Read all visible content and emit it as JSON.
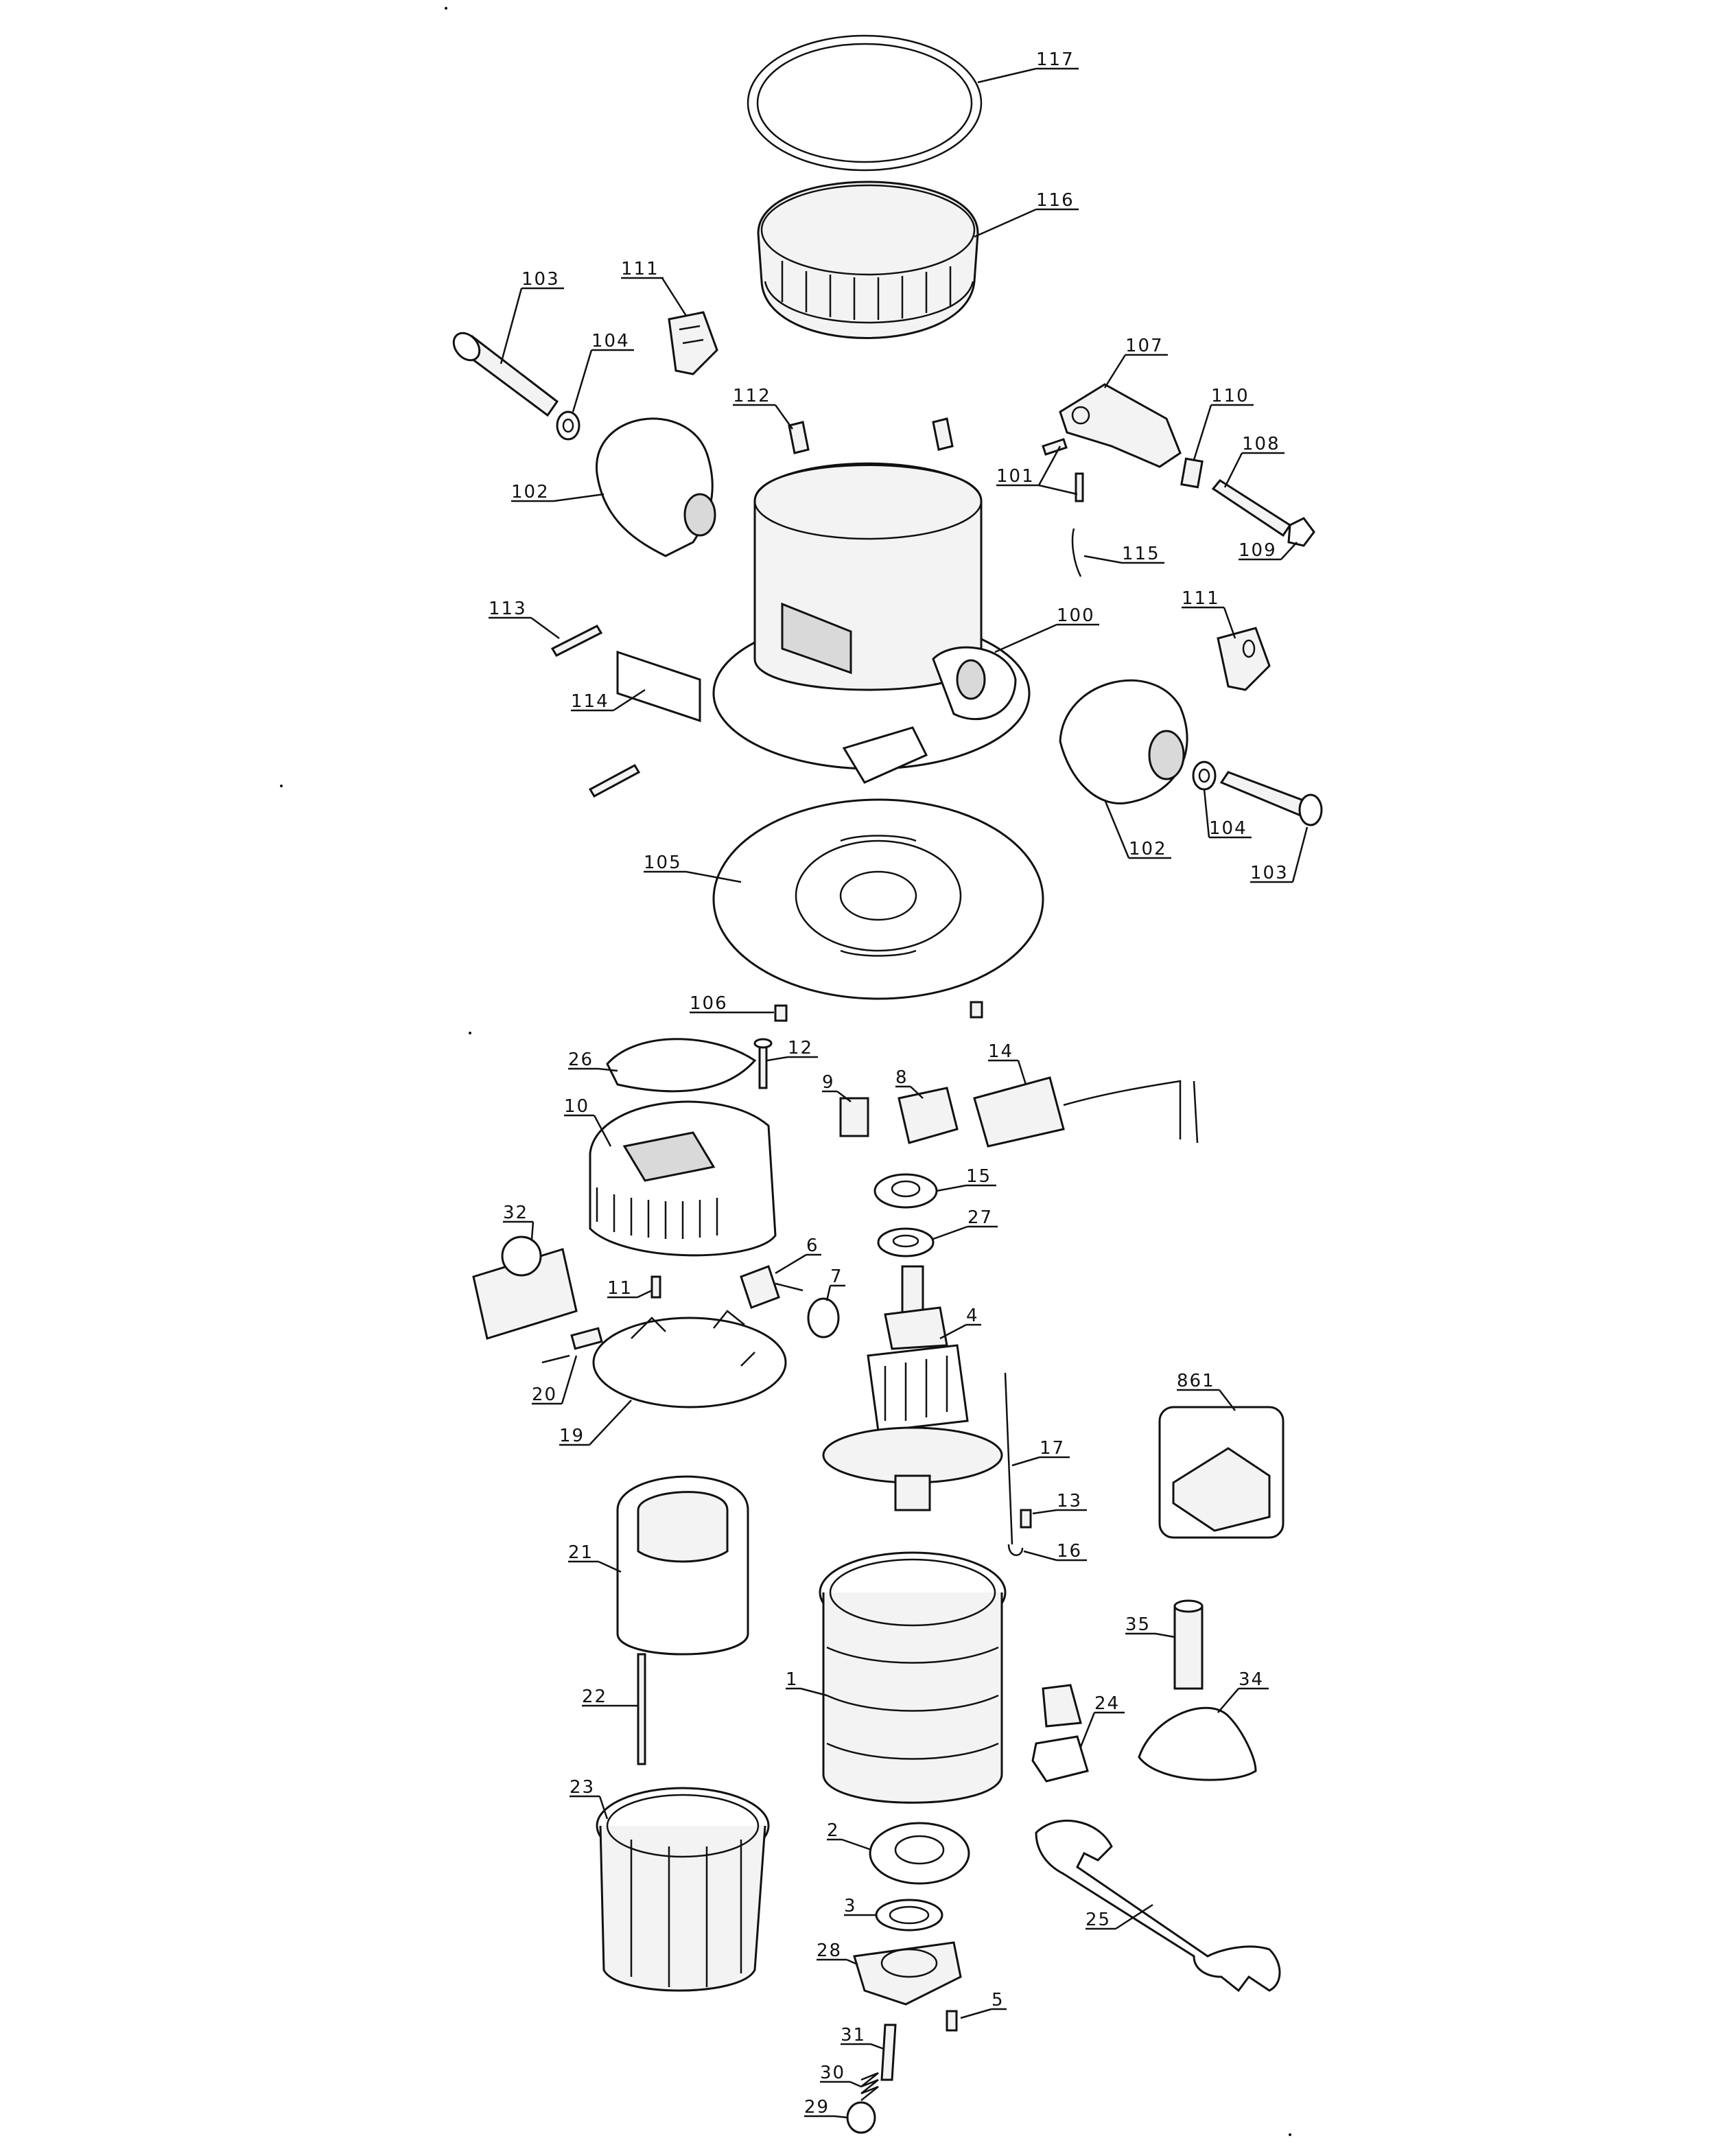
{
  "diagram": {
    "type": "exploded-parts-diagram",
    "colors": {
      "line": "#111111",
      "background": "#ffffff",
      "shade": "#d9d9d9"
    },
    "callouts": [
      {
        "id": "c117",
        "label": "117"
      },
      {
        "id": "c116",
        "label": "116"
      },
      {
        "id": "c111a",
        "label": "111"
      },
      {
        "id": "c103a",
        "label": "103"
      },
      {
        "id": "c104a",
        "label": "104"
      },
      {
        "id": "c112",
        "label": "112"
      },
      {
        "id": "c107",
        "label": "107"
      },
      {
        "id": "c110",
        "label": "110"
      },
      {
        "id": "c108",
        "label": "108"
      },
      {
        "id": "c101",
        "label": "101"
      },
      {
        "id": "c102a",
        "label": "102"
      },
      {
        "id": "c109",
        "label": "109"
      },
      {
        "id": "c115",
        "label": "115"
      },
      {
        "id": "c113",
        "label": "113"
      },
      {
        "id": "c100",
        "label": "100"
      },
      {
        "id": "c111b",
        "label": "111"
      },
      {
        "id": "c114",
        "label": "114"
      },
      {
        "id": "c104b",
        "label": "104"
      },
      {
        "id": "c102b",
        "label": "102"
      },
      {
        "id": "c103b",
        "label": "103"
      },
      {
        "id": "c105",
        "label": "105"
      },
      {
        "id": "c106",
        "label": "106"
      },
      {
        "id": "c26",
        "label": "26"
      },
      {
        "id": "c12",
        "label": "12"
      },
      {
        "id": "c14",
        "label": "14"
      },
      {
        "id": "c9",
        "label": "9"
      },
      {
        "id": "c8",
        "label": "8"
      },
      {
        "id": "c10",
        "label": "10"
      },
      {
        "id": "c15",
        "label": "15"
      },
      {
        "id": "c32",
        "label": "32"
      },
      {
        "id": "c27",
        "label": "27"
      },
      {
        "id": "c6",
        "label": "6"
      },
      {
        "id": "c11",
        "label": "11"
      },
      {
        "id": "c7",
        "label": "7"
      },
      {
        "id": "c4",
        "label": "4"
      },
      {
        "id": "c861",
        "label": "861"
      },
      {
        "id": "c20",
        "label": "20"
      },
      {
        "id": "c19",
        "label": "19"
      },
      {
        "id": "c17",
        "label": "17"
      },
      {
        "id": "c13",
        "label": "13"
      },
      {
        "id": "c21",
        "label": "21"
      },
      {
        "id": "c16",
        "label": "16"
      },
      {
        "id": "c35",
        "label": "35"
      },
      {
        "id": "c34",
        "label": "34"
      },
      {
        "id": "c1",
        "label": "1"
      },
      {
        "id": "c22",
        "label": "22"
      },
      {
        "id": "c24",
        "label": "24"
      },
      {
        "id": "c23",
        "label": "23"
      },
      {
        "id": "c2",
        "label": "2"
      },
      {
        "id": "c3",
        "label": "3"
      },
      {
        "id": "c25",
        "label": "25"
      },
      {
        "id": "c28",
        "label": "28"
      },
      {
        "id": "c5",
        "label": "5"
      },
      {
        "id": "c31",
        "label": "31"
      },
      {
        "id": "c30",
        "label": "30"
      },
      {
        "id": "c29",
        "label": "29"
      }
    ]
  }
}
